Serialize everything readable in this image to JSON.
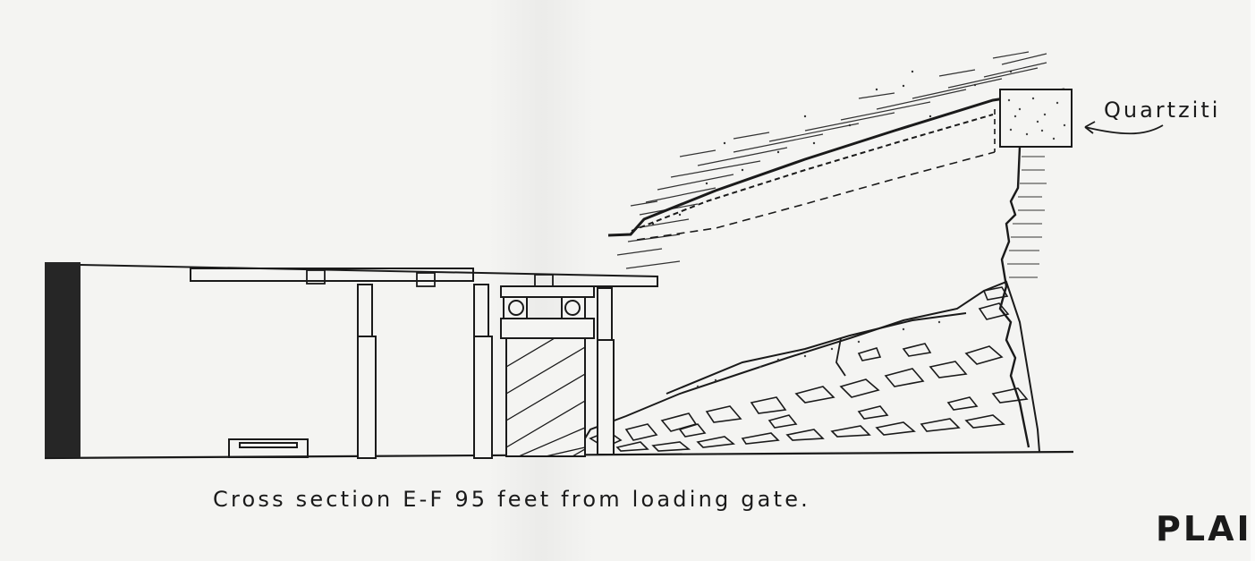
{
  "figure": {
    "caption": "Cross section E-F 95 feet from loading gate.",
    "label_rock": "Quartziti",
    "plate_heading": "PLAI"
  },
  "colors": {
    "paper": "#f4f4f2",
    "ink": "#1a1a1a",
    "dark_wall": "#262626"
  },
  "icons": {
    "arrow": "curved-arrow-icon"
  }
}
